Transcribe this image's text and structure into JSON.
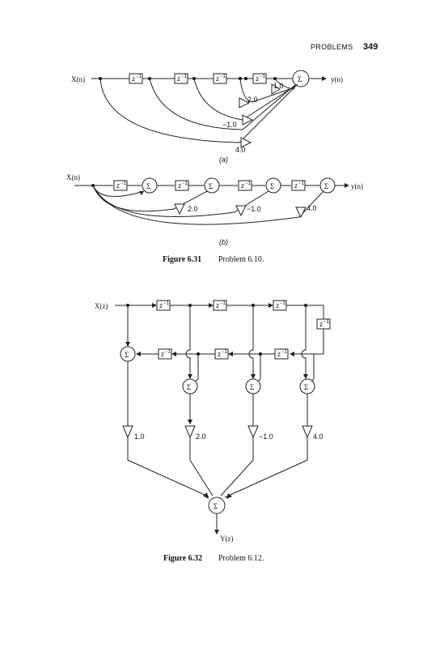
{
  "header": {
    "section_title": "PROBLEMS",
    "page_number": "349"
  },
  "delay_label": {
    "base": "z",
    "exponent": "−1"
  },
  "sum_symbol": "Σ",
  "fig_a": {
    "input": "X(n)",
    "output": "y(n)",
    "gains": [
      "1.0",
      "2.0",
      "−1.0",
      "4.0"
    ],
    "sublabel": "(a)"
  },
  "fig_b": {
    "input": "X(n)",
    "output": "y(n)",
    "gains": [
      "2.0",
      "−1.0",
      "4.0"
    ],
    "sublabel": "(b)"
  },
  "caption_631": {
    "label": "Figure 6.31",
    "text": "Problem 6.10."
  },
  "fig_632": {
    "input": "X(z)",
    "output": "Y(z)",
    "gains": [
      "1.0",
      "2.0",
      "−1.0",
      "4.0"
    ]
  },
  "caption_632": {
    "label": "Figure 6.32",
    "text": "Problem 6.12."
  }
}
